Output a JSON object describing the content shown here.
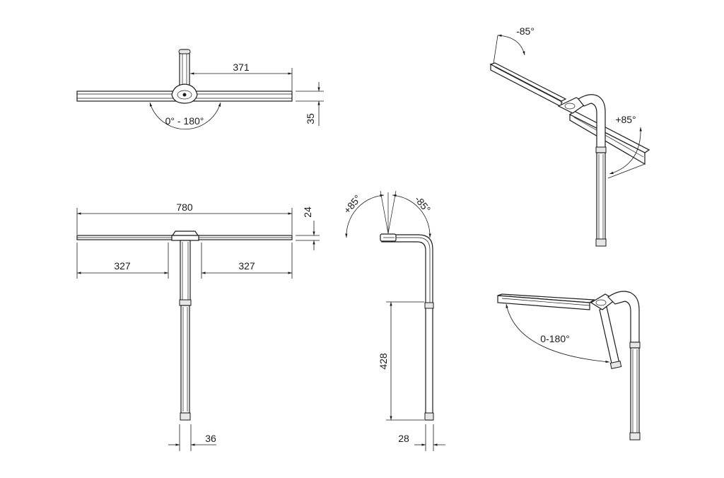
{
  "top_view": {
    "dim_arm": "371",
    "dim_height": "35",
    "angle": "0° - 180°"
  },
  "front_view": {
    "dim_total": "780",
    "dim_left": "327",
    "dim_right": "327",
    "dim_thickness": "24",
    "dim_post": "36"
  },
  "side_view": {
    "angle_plus": "+85°",
    "angle_minus": "-85°",
    "dim_height": "428",
    "dim_post": "28"
  },
  "iso_upper": {
    "angle_minus": "-85°",
    "angle_plus": "+85°"
  },
  "iso_lower": {
    "angle": "0-180°"
  }
}
